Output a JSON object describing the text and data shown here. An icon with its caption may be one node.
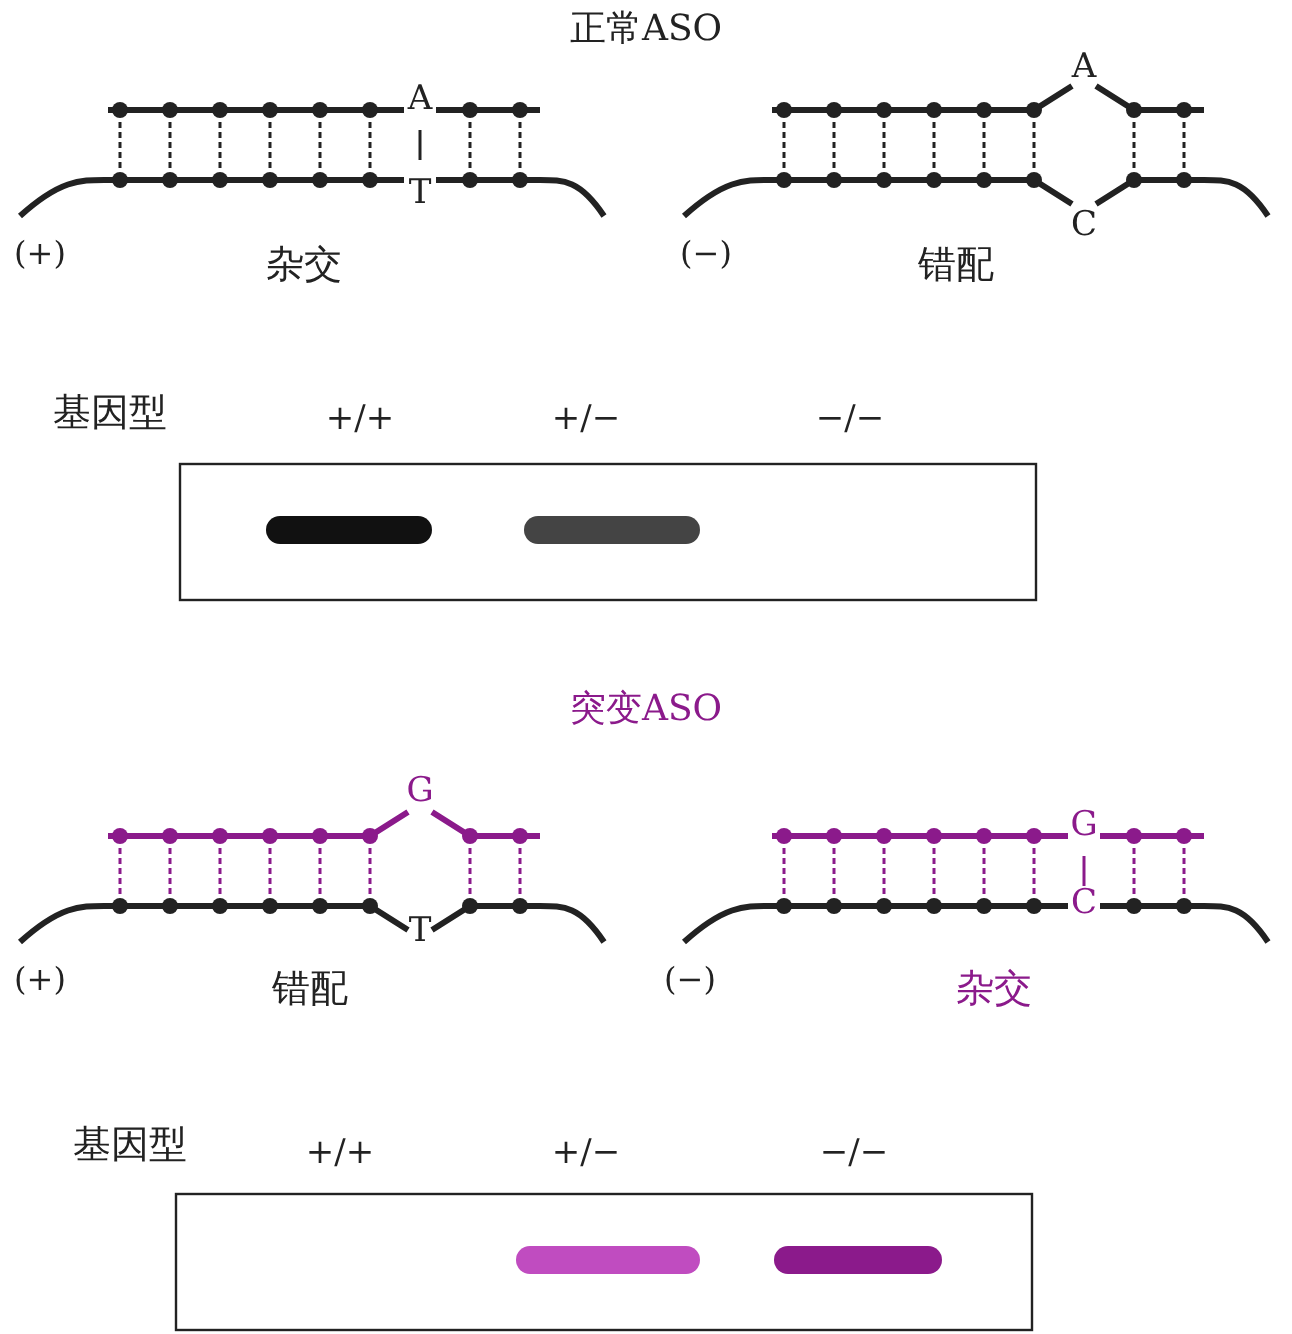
{
  "diagram": {
    "labels": [
      "正常ASO",
      "A",
      "T",
      "(+)",
      "杂交",
      "(−)",
      "A",
      "C",
      "错配",
      "基因型",
      "+/+",
      "+/−",
      "−/−",
      "突变ASO",
      "G",
      "T",
      "(+)",
      "错配",
      "(−)",
      "G",
      "C",
      "杂交",
      "基因型",
      "+/+",
      "+/−",
      "−/−"
    ]
  }
}
